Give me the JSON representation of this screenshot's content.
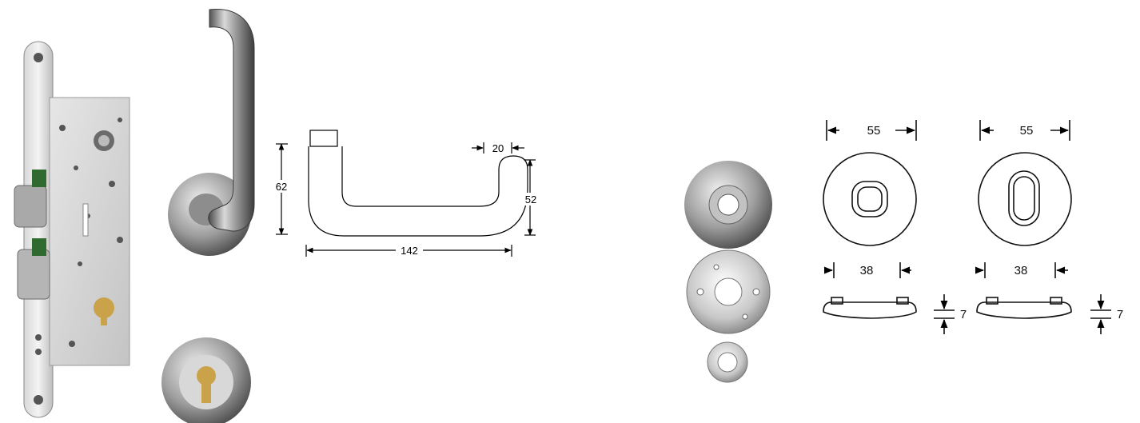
{
  "colors": {
    "background": "#ffffff",
    "line": "#000000",
    "steel_light": "#e8e8e8",
    "steel_mid": "#b9b9b9",
    "steel_dark": "#5b5b5b",
    "brass": "#c9a24a"
  },
  "handle_drawing": {
    "dim_height_left": "62",
    "dim_height_right": "52",
    "dim_grip_width": "20",
    "dim_length": "142"
  },
  "rose_drawings": [
    {
      "dim_diameter": "55",
      "dim_inner": "38",
      "dim_thickness": "7"
    },
    {
      "dim_diameter": "55",
      "dim_inner": "38",
      "dim_thickness": "7"
    }
  ]
}
